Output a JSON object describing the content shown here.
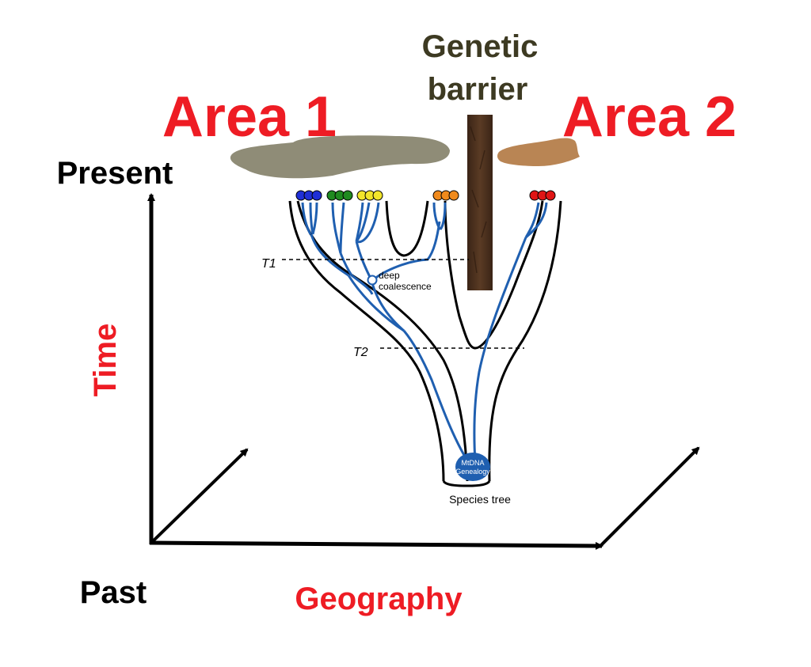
{
  "labels": {
    "genetic_barrier": [
      "Genetic",
      "barrier"
    ],
    "area1": "Area 1",
    "area2": "Area 2",
    "present": "Present",
    "past": "Past",
    "time": "Time",
    "geography": "Geography",
    "t1": "T1",
    "t2": "T2",
    "deep_coalescence": [
      "deep",
      "coalescence"
    ],
    "mtdna_genealogy": [
      "MtDNA",
      "Genealogy"
    ],
    "species_tree": "Species tree"
  },
  "colors": {
    "area_label": "#ee1c24",
    "axis_label": "#ee1c24",
    "barrier_label": "#3d3a22",
    "area1_land": "#8f8c77",
    "area2_land": "#b98554",
    "barrier": "#4a3120",
    "species_tree": "#000000",
    "genealogy": "#1f5fb0"
  },
  "tip_groups": [
    {
      "name": "blue",
      "color": "#1f2fd6"
    },
    {
      "name": "green",
      "color": "#1f8a1f"
    },
    {
      "name": "yellow",
      "color": "#f2e52a"
    },
    {
      "name": "orange",
      "color": "#f08a1c"
    },
    {
      "name": "red",
      "color": "#e01515"
    }
  ]
}
